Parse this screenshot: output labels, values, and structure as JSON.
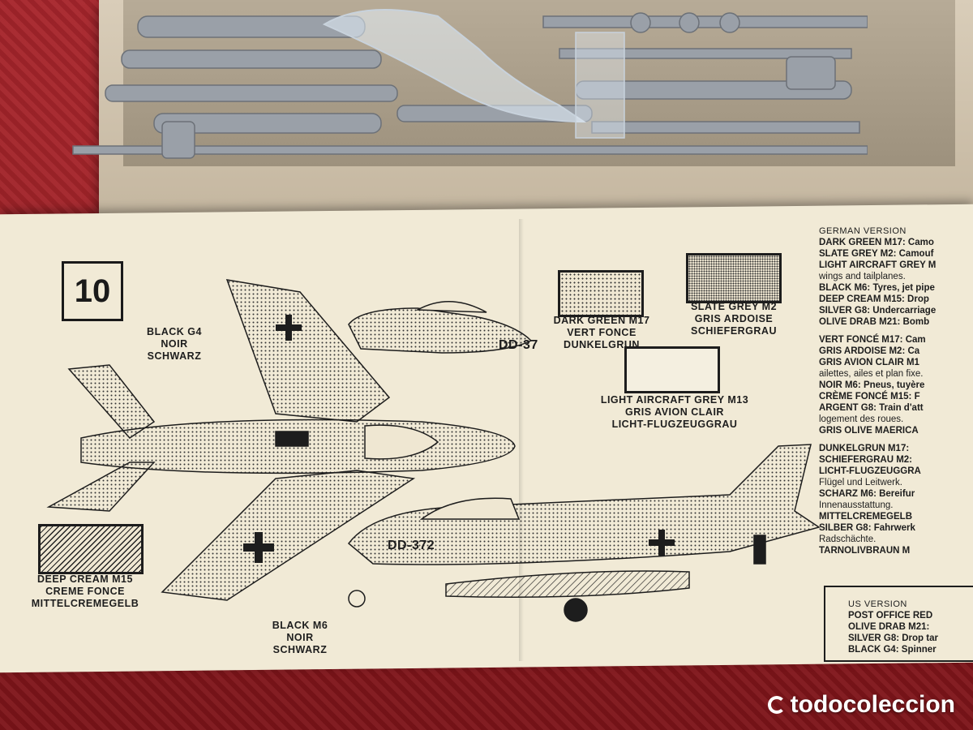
{
  "step_number": "10",
  "labels": {
    "black_g4": [
      "BLACK G4",
      "NOIR",
      "SCHWARZ"
    ],
    "dark_green": [
      "DARK GREEN M17",
      "VERT FONCE",
      "DUNKELGRUN"
    ],
    "slate_grey": [
      "SLATE GREY M2",
      "GRIS ARDOISE",
      "SCHIEFERGRAU"
    ],
    "light_grey": [
      "LIGHT AIRCRAFT GREY M13",
      "GRIS AVION CLAIR",
      "LICHT-FLUGZEUGGRAU"
    ],
    "deep_cream": [
      "DEEP CREAM M15",
      "CREME FONCE",
      "MITTELCREMEGELB"
    ],
    "black_m6": [
      "BLACK M6",
      "NOIR",
      "SCHWARZ"
    ]
  },
  "aircraft_codes": {
    "top_view": "DD-37",
    "side_view": "DD-372"
  },
  "paint_list": [
    {
      "t": "h",
      "v": "GERMAN VERSION"
    },
    {
      "t": "b",
      "v": "DARK GREEN M17: Camo"
    },
    {
      "t": "b",
      "v": "SLATE GREY M2: Camouf"
    },
    {
      "t": "b",
      "v": "LIGHT AIRCRAFT GREY M"
    },
    {
      "t": "n",
      "v": "wings and tailplanes."
    },
    {
      "t": "b",
      "v": "BLACK M6: Tyres, jet pipe"
    },
    {
      "t": "b",
      "v": "DEEP CREAM M15: Drop"
    },
    {
      "t": "b",
      "v": "SILVER G8: Undercarriage"
    },
    {
      "t": "b",
      "v": "OLIVE DRAB M21: Bomb"
    },
    {
      "t": "g",
      "v": ""
    },
    {
      "t": "b",
      "v": "VERT FONCÉ M17: Cam"
    },
    {
      "t": "b",
      "v": "GRIS ARDOISE M2: Ca"
    },
    {
      "t": "b",
      "v": "GRIS AVION CLAIR M1"
    },
    {
      "t": "n",
      "v": "ailettes, ailes et plan fixe."
    },
    {
      "t": "b",
      "v": "NOIR M6: Pneus, tuyère"
    },
    {
      "t": "b",
      "v": "CRÈME FONCÉ M15: F"
    },
    {
      "t": "b",
      "v": "ARGENT G8: Train d'att"
    },
    {
      "t": "n",
      "v": "logement des roues."
    },
    {
      "t": "b",
      "v": "GRIS OLIVE MAERICA"
    },
    {
      "t": "g",
      "v": ""
    },
    {
      "t": "b",
      "v": "DUNKELGRUN M17:"
    },
    {
      "t": "b",
      "v": "SCHIEFERGRAU M2:"
    },
    {
      "t": "b",
      "v": "LICHT-FLUGZEUGGRA"
    },
    {
      "t": "n",
      "v": "Flügel und Leitwerk."
    },
    {
      "t": "b",
      "v": "SCHARZ M6: Bereifur"
    },
    {
      "t": "n",
      "v": "Innenausstattung."
    },
    {
      "t": "b",
      "v": "MITTELCREMEGELB"
    },
    {
      "t": "b",
      "v": "SILBER G8: Fahrwerk"
    },
    {
      "t": "n",
      "v": "Radschächte."
    },
    {
      "t": "b",
      "v": "TARNOLIVBRAUN M"
    }
  ],
  "us_list": [
    {
      "t": "h",
      "v": "US VERSION"
    },
    {
      "t": "b",
      "v": "POST OFFICE RED"
    },
    {
      "t": "b",
      "v": "OLIVE DRAB M21:"
    },
    {
      "t": "b",
      "v": "SILVER G8: Drop tar"
    },
    {
      "t": "b",
      "v": "BLACK G4: Spinner"
    }
  ],
  "watermark": "todocoleccion"
}
